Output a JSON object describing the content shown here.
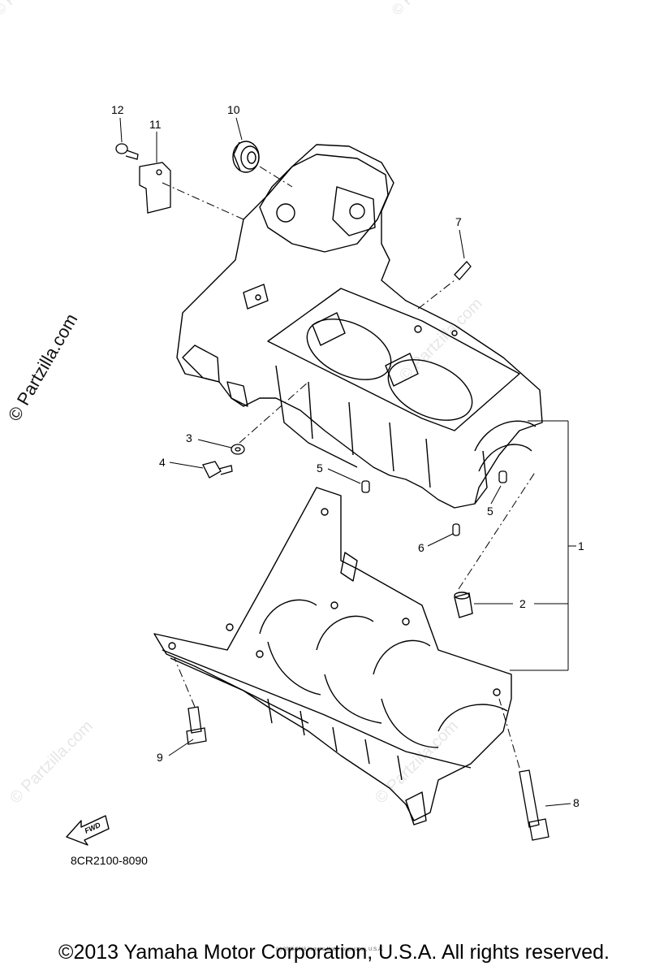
{
  "watermark": {
    "side_text": "© Partzilla.com",
    "repeat_text": "© Partzilla.com"
  },
  "callouts": {
    "c1": "1",
    "c2": "2",
    "c3": "3",
    "c4": "4",
    "c5a": "5",
    "c5b": "5",
    "c6": "6",
    "c7": "7",
    "c8": "8",
    "c9": "9",
    "c10": "10",
    "c11": "11",
    "c12": "12"
  },
  "fwd_label": "FWD",
  "diagram_code": "8CR2100-8090",
  "small_credit": "(c) 2005-2016 Yamaha Motor Corporation, U.S.A.",
  "copyright": "©2013 Yamaha Motor Corporation, U.S.A. All rights reserved."
}
